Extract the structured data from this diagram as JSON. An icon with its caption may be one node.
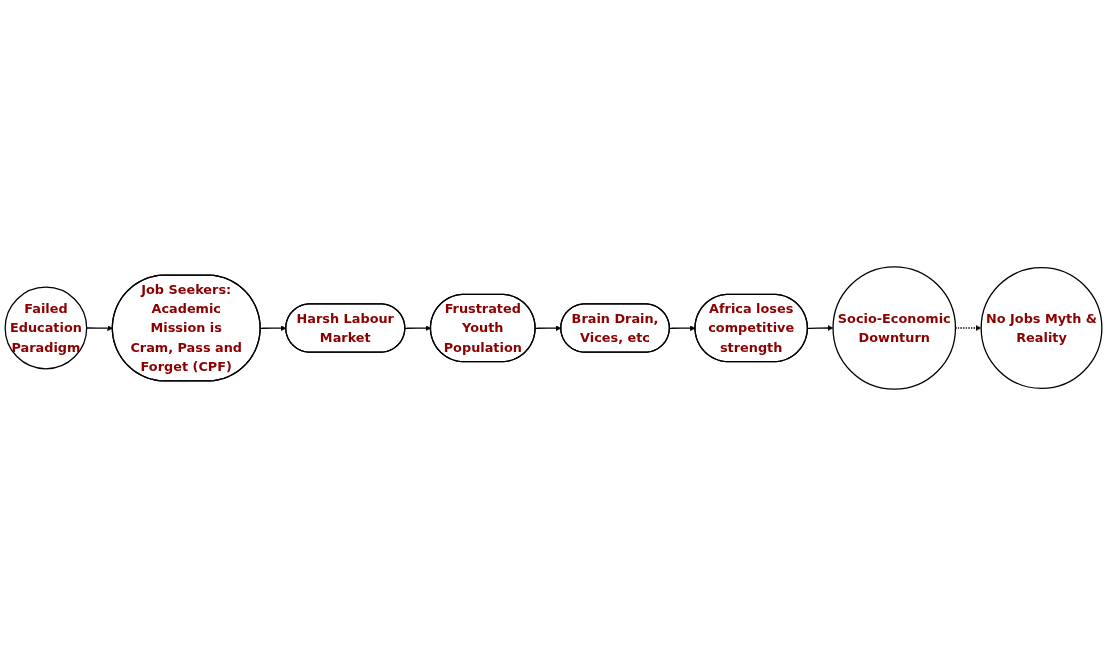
{
  "diagram": {
    "nodes": [
      {
        "text": [
          "Failed Education Paradigm"
        ]
      },
      {
        "text": [
          "Job Seekers: Academic Mission is Cram, Pass and Forget (CPF)"
        ]
      },
      {
        "text": [
          "Harsh Labour Market"
        ]
      },
      {
        "text": [
          "Frustrated Youth Population"
        ]
      },
      {
        "text": [
          "Brain Drain, Vices, etc"
        ]
      },
      {
        "text": [
          "Africa loses competitive strength"
        ]
      },
      {
        "text": [
          "Socio-Economic Downturn"
        ]
      },
      {
        "text": [
          "No Jobs Myth & Reality"
        ]
      }
    ],
    "edges": [
      {
        "from": 0,
        "to": 1,
        "arrow": "to"
      },
      {
        "from": 1,
        "to": 2,
        "arrow": "to"
      },
      {
        "from": 2,
        "to": 3,
        "arrow": "to"
      },
      {
        "from": 3,
        "to": 4,
        "arrow": "to"
      },
      {
        "from": 4,
        "to": 5,
        "arrow": "to"
      },
      {
        "from": 5,
        "to": 6,
        "arrow": "to"
      },
      {
        "from": 6,
        "to": 7,
        "arrow": "to",
        "style": "dashed"
      }
    ]
  }
}
